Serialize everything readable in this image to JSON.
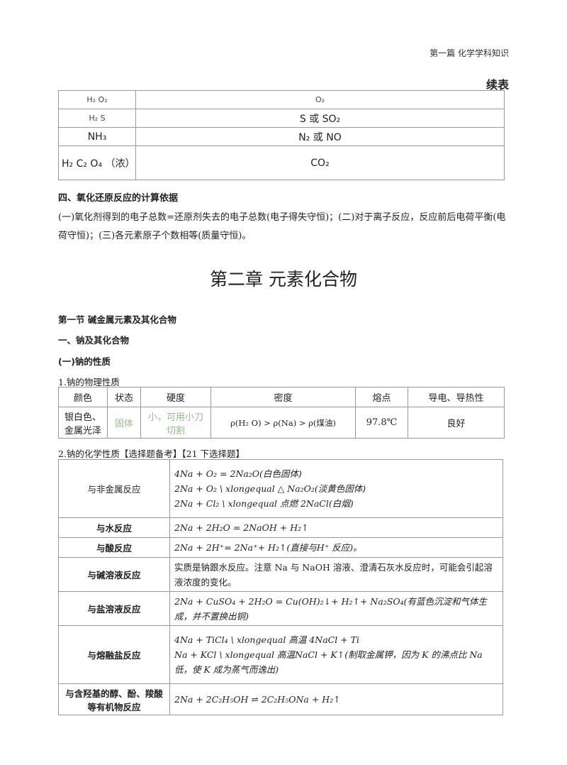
{
  "page_header": "第一篇 化学学科知识",
  "continued": "续表",
  "table1": {
    "rows": [
      {
        "left": "H₂ O₂",
        "right": "O₂"
      },
      {
        "left": "H₂ S",
        "right": "S 或 SO₂"
      },
      {
        "left": "NH₃",
        "right": "N₂ 或 NO"
      },
      {
        "left": "H₂ C₂ O₄ （浓）",
        "right": "CO₂"
      }
    ]
  },
  "section4_title": "四、氧化还原反应的计算依据",
  "section4_text": "(一)氧化剂得到的电子总数=还原剂失去的电子总数(电子得失守恒)；(二)对于离子反应，反应前后电荷平衡(电荷守恒)；(三)各元素原子个数相等(质量守恒)。",
  "chapter_title": "第二章  元素化合物",
  "section1_title": "第一节  碱金属元素及其化合物",
  "sub1_title": "一、钠及其化合物",
  "sub1a_title": "(一)钠的性质",
  "physical_title": "1.钠的物理性质",
  "physical_table": {
    "headers": [
      "颜色",
      "状态",
      "硬度",
      "密度",
      "熔点",
      "导电、导热性"
    ],
    "row": [
      "银白色、金属光泽",
      "固体",
      "小，可用小刀切割",
      "ρ(H₂ O) > ρ(Na) > ρ(煤油)",
      "97.8℃",
      "良好"
    ]
  },
  "chemical_title": "2.钠的化学性质【选择题备考】【21 下选择题】",
  "chemical_table": [
    {
      "label": "与非金属反应",
      "lines": [
        "4Na + O₂ = 2Na₂O(白色固体)",
        "2Na + O₂ \\ xlongequal △ Na₂O₂(淡黄色固体)",
        "2Na + Cl₂ \\ xlongequal 点燃 2NaCl(白烟)"
      ]
    },
    {
      "label": "与水反应",
      "lines": [
        "2Na + 2H₂O = 2NaOH + H₂↑"
      ]
    },
    {
      "label": "与酸反应",
      "lines": [
        "2Na + 2H⁺= 2Na⁺+ H₂↑(直接与H⁺ 反应)。"
      ]
    },
    {
      "label": "与碱溶液反应",
      "lines": [
        "实质是钠跟水反应。注意 Na 与 NaOH 溶液、澄清石灰水反应时，可能会引起溶液浓度的变化。"
      ]
    },
    {
      "label": "与盐溶液反应",
      "lines": [
        "2Na + CuSO₄ + 2H₂O = Cu(OH)₂↓+ H₂↑+ Na₂SO₄(有蓝色沉淀和气体生成，并不置换出铜)"
      ]
    },
    {
      "label": "与熔融盐反应",
      "lines": [
        "4Na + TiCl₄ \\ xlongequal 高温 4NaCl + Ti",
        "Na + KCl \\ xlongequal 高温NaCl + K↑(制取金属钾，因为 K 的沸点比 Na 低，使 K 成为蒸气而逸出)"
      ]
    },
    {
      "label": "与含羟基的醇、酚、羧酸等有机物反应",
      "lines": [
        "2Na + 2C₂H₅OH ⇌ 2C₂H₅ONa + H₂↑"
      ]
    }
  ]
}
